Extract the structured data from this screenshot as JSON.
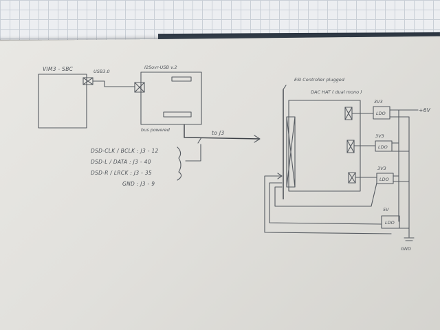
{
  "labels": {
    "sbc": "VIM3 - SBC",
    "usb": "USB3.0",
    "i2s_board": "I2Sovr-USB v.2",
    "bus_powered": "bus powered",
    "to_j3": "to J3",
    "esi": "ESI Controller plugged",
    "dac_hat": "DAC HAT ( dual mono )",
    "plus6v": "+6V",
    "gnd": "GND",
    "pin_rows": [
      "DSD-CLK / BCLK : J3 - 12",
      "DSD-L / DATA : J3 - 40",
      "DSD-R / LRCK : J3 - 35",
      "GND : J3 - 9"
    ],
    "ldo_label": "LDO",
    "rail_3v3_a": "3V3",
    "rail_3v3_b": "3V3",
    "rail_3v3_c": "3V3",
    "rail_5v": "5V"
  },
  "colors": {
    "pencil": "#555a60",
    "paper": "#e4e3df",
    "grid_paper": "#eceef1",
    "notebook_cover": "#2f3945"
  }
}
